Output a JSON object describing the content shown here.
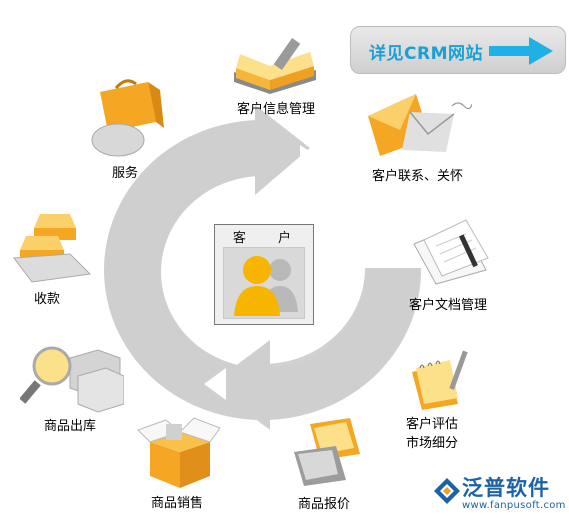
{
  "crm_link": {
    "label": "详见CRM网站"
  },
  "center": {
    "title": "客 户"
  },
  "nodes": {
    "info_mgmt": "客户信息管理",
    "contact_care": "客户联系、关怀",
    "doc_mgmt": "客户文档管理",
    "evaluate_line1": "客户评估",
    "evaluate_line2": "市场细分",
    "quote": "商品报价",
    "sales": "商品销售",
    "outbound": "商品出库",
    "payment": "收款",
    "service": "服务"
  },
  "logo": {
    "name": "泛普软件",
    "url": "www.fanpusoft.com"
  },
  "colors": {
    "accent": "#1a9fd6",
    "icon_orange": "#f5a623",
    "ring_gray": "#c8c8c8",
    "brand_blue": "#1b62a8"
  }
}
